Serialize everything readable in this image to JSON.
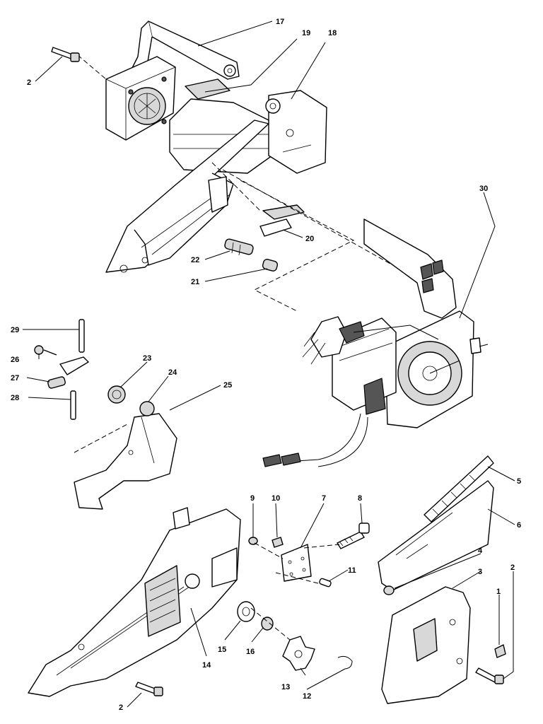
{
  "callouts": [
    {
      "id": "17",
      "text": "17"
    },
    {
      "id": "19",
      "text": "19"
    },
    {
      "id": "18",
      "text": "18"
    },
    {
      "id": "2a",
      "text": "2"
    },
    {
      "id": "20",
      "text": "20"
    },
    {
      "id": "22",
      "text": "22"
    },
    {
      "id": "21",
      "text": "21"
    },
    {
      "id": "30",
      "text": "30"
    },
    {
      "id": "29",
      "text": "29"
    },
    {
      "id": "26",
      "text": "26"
    },
    {
      "id": "27",
      "text": "27"
    },
    {
      "id": "28",
      "text": "28"
    },
    {
      "id": "23",
      "text": "23"
    },
    {
      "id": "24",
      "text": "24"
    },
    {
      "id": "25",
      "text": "25"
    },
    {
      "id": "5",
      "text": "5"
    },
    {
      "id": "6",
      "text": "6"
    },
    {
      "id": "9",
      "text": "9"
    },
    {
      "id": "10",
      "text": "10"
    },
    {
      "id": "7",
      "text": "7"
    },
    {
      "id": "8",
      "text": "8"
    },
    {
      "id": "11",
      "text": "11"
    },
    {
      "id": "4",
      "text": "4"
    },
    {
      "id": "3",
      "text": "3"
    },
    {
      "id": "2b",
      "text": "2"
    },
    {
      "id": "1",
      "text": "1"
    },
    {
      "id": "14",
      "text": "14"
    },
    {
      "id": "15",
      "text": "15"
    },
    {
      "id": "16",
      "text": "16"
    },
    {
      "id": "13",
      "text": "13"
    },
    {
      "id": "12",
      "text": "12"
    },
    {
      "id": "2c",
      "text": "2"
    }
  ]
}
